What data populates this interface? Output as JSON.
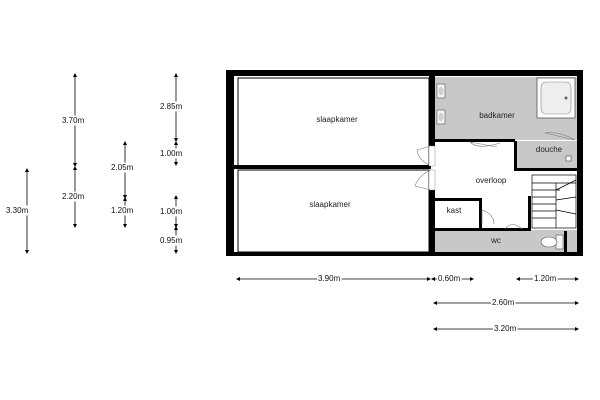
{
  "rooms": {
    "bedroom_top": "slaapkamer",
    "bedroom_bottom": "slaapkamer",
    "bathroom": "badkamer",
    "shower": "douche",
    "landing": "overloop",
    "closet": "kast",
    "toilet": "wc"
  },
  "dimensions": {
    "left_col1": "3.30m",
    "left_col2_top": "3.70m",
    "left_col2_bottom": "2.20m",
    "left_col3_top": "2.05m",
    "left_col3_bottom": "1.20m",
    "left_col4_a": "2.85m",
    "left_col4_b": "1.00m",
    "left_col4_c": "1.00m",
    "left_col4_d": "0.95m",
    "bottom_a": "3.90m",
    "bottom_b": "0.60m",
    "bottom_c": "1.20m",
    "bottom_d": "2.60m",
    "bottom_e": "3.20m"
  },
  "colors": {
    "wall": "#000000",
    "wet_room": "#c8c8c8",
    "room": "#ffffff"
  }
}
